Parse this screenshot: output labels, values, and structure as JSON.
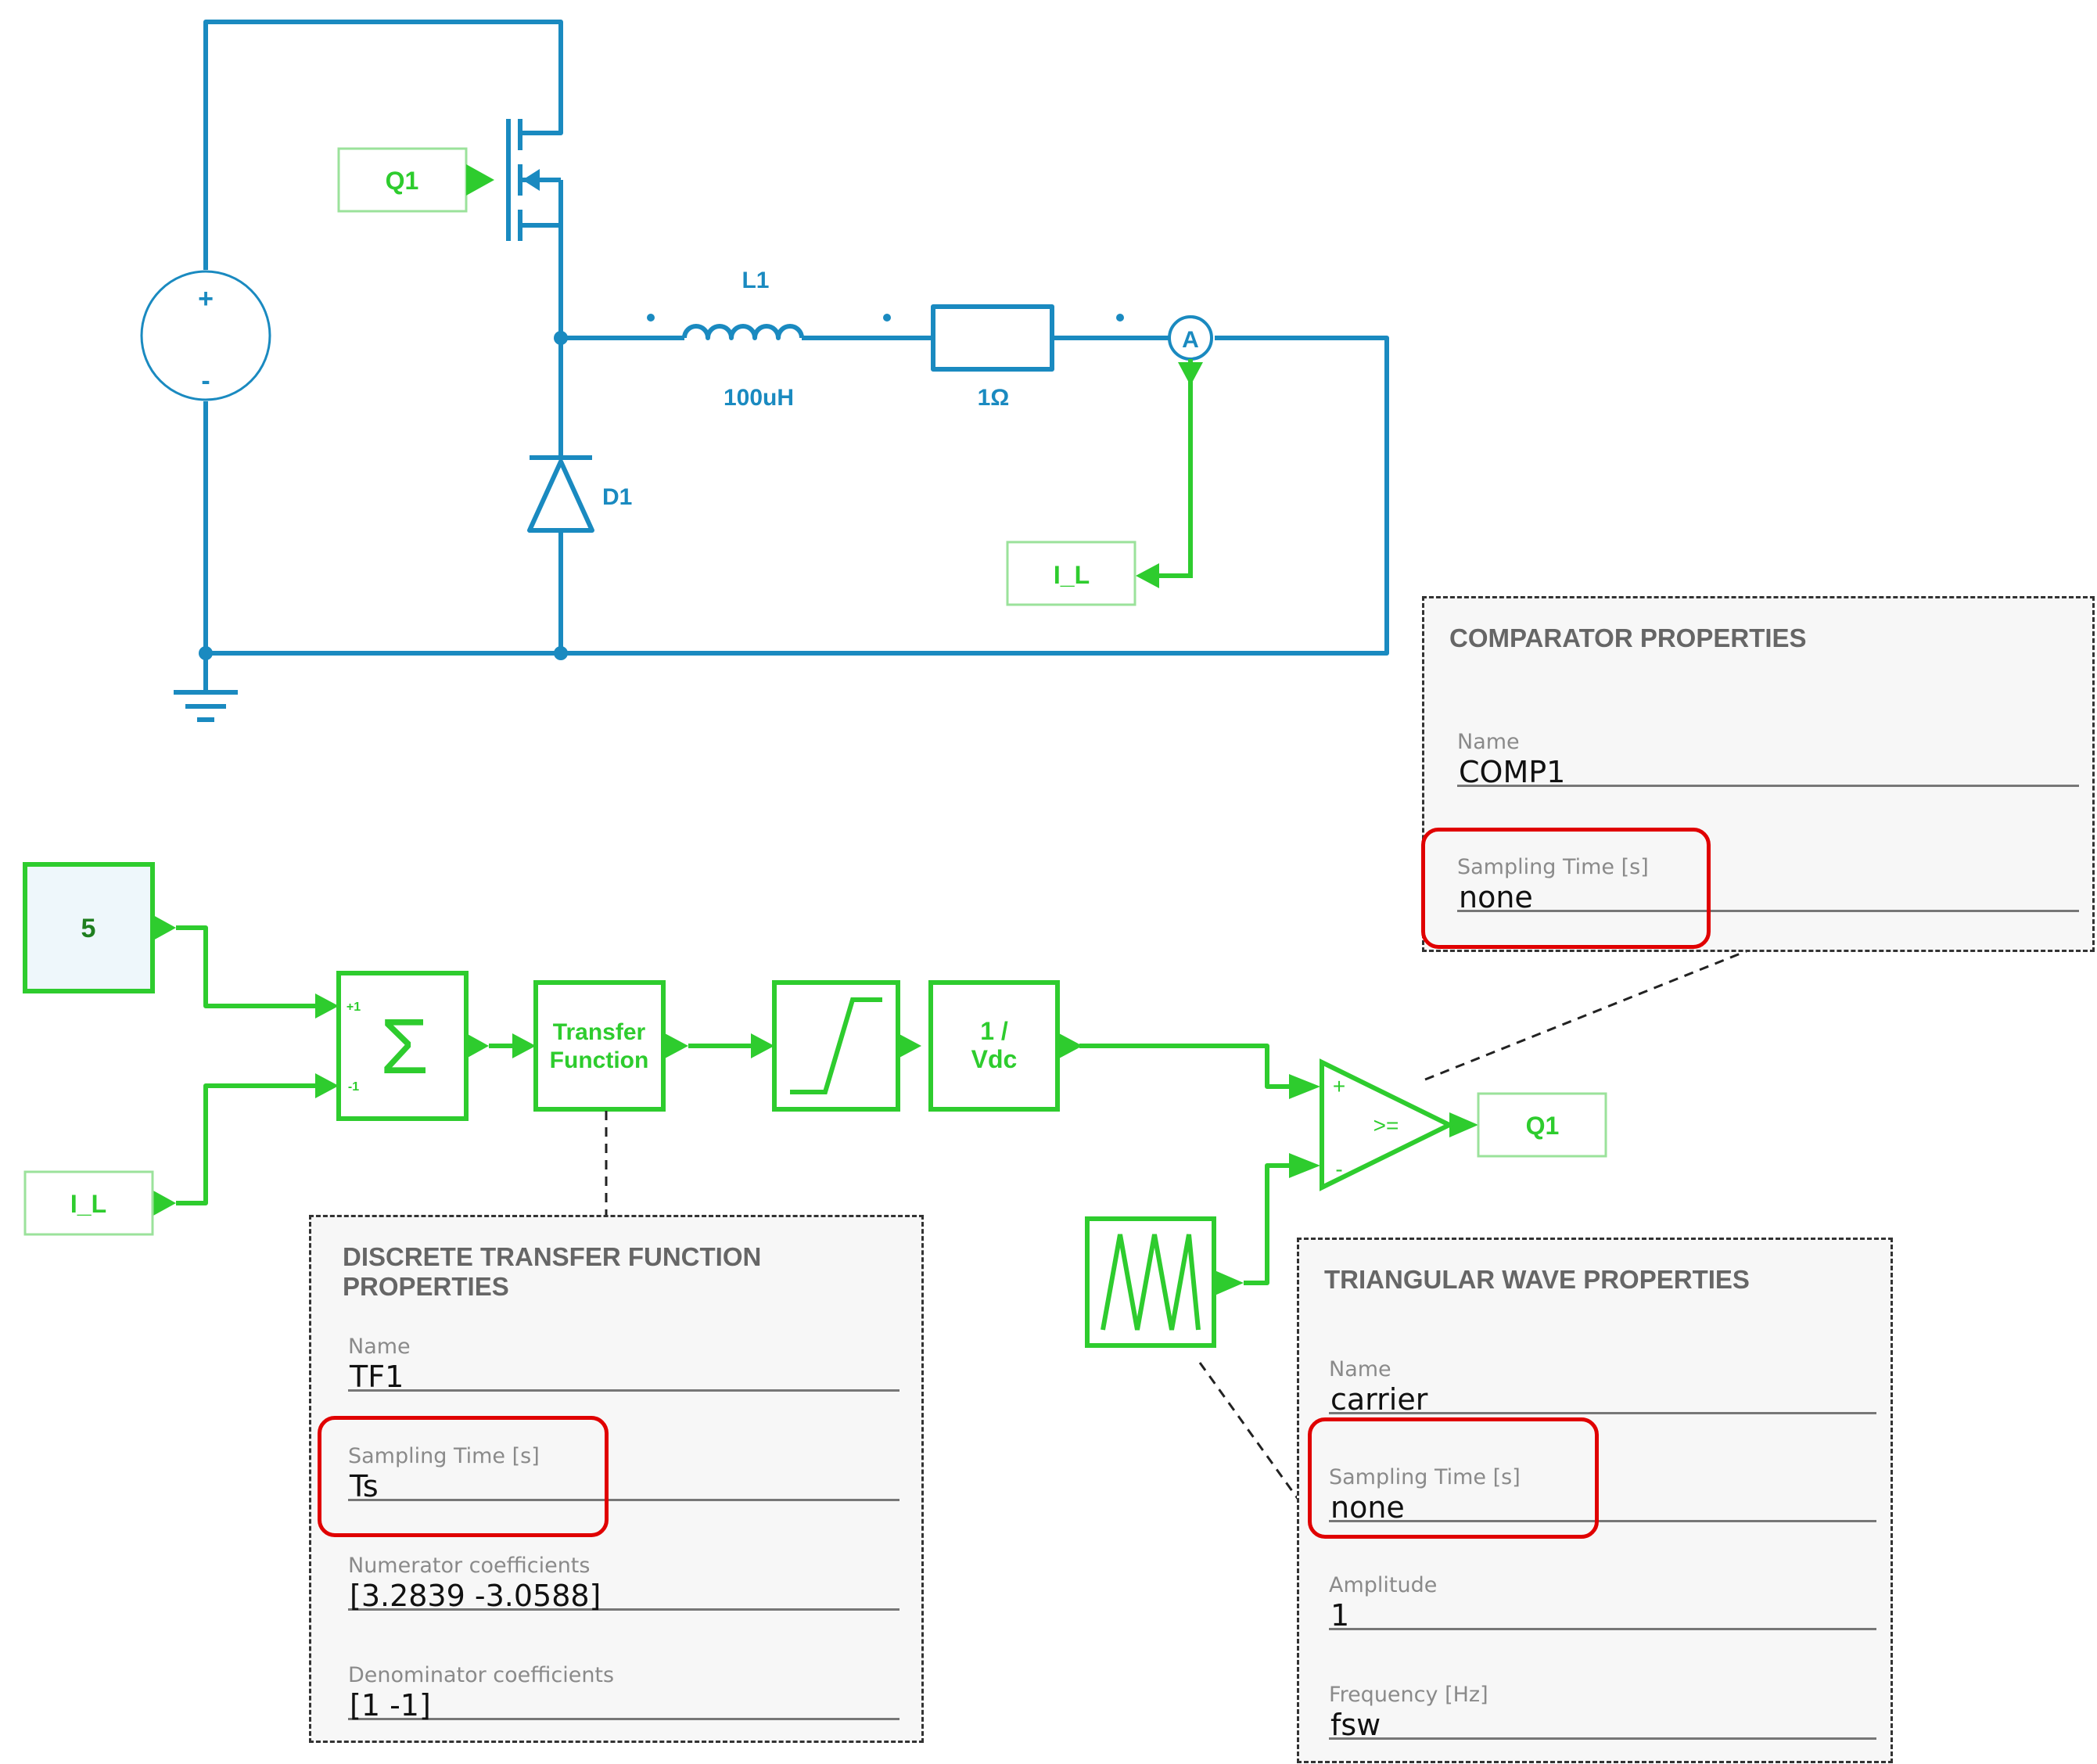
{
  "circuit": {
    "switch_signal": "Q1",
    "inductor": {
      "name": "L1",
      "value": "100uH"
    },
    "resistor_value": "1Ω",
    "ammeter": "A",
    "diode": "D1",
    "current_signal": "I_L",
    "source_plus": "+",
    "source_minus": "-"
  },
  "control": {
    "constant": "5",
    "feedback": "I_L",
    "sum_symbol": "Σ",
    "sum_plus": "+1",
    "sum_minus": "-1",
    "tf_line1": "Transfer",
    "tf_line2": "Function",
    "gain_line1": "1 /",
    "gain_line2": "Vdc",
    "comparator_symbol": ">=",
    "comp_plus": "+",
    "comp_minus": "-",
    "output": "Q1"
  },
  "panels": {
    "comparator": {
      "title": "COMPARATOR PROPERTIES",
      "fields": [
        {
          "label": "Name",
          "value": "COMP1"
        },
        {
          "label": "Sampling Time [s]",
          "value": "none"
        }
      ]
    },
    "transfer_function": {
      "title": "DISCRETE TRANSFER FUNCTION PROPERTIES",
      "fields": [
        {
          "label": "Name",
          "value": "TF1"
        },
        {
          "label": "Sampling Time [s]",
          "value": "Ts"
        },
        {
          "label": "Numerator coefficients",
          "value": "[3.2839 -3.0588]"
        },
        {
          "label": "Denominator coefficients",
          "value": "[1 -1]"
        }
      ]
    },
    "triangular_wave": {
      "title": "TRIANGULAR WAVE PROPERTIES",
      "fields": [
        {
          "label": "Name",
          "value": "carrier"
        },
        {
          "label": "Sampling Time [s]",
          "value": "none"
        },
        {
          "label": "Amplitude",
          "value": "1"
        },
        {
          "label": "Frequency [Hz]",
          "value": "fsw"
        }
      ]
    }
  },
  "colors": {
    "circuit": "#1a8ac0",
    "control": "#2ecc2e",
    "highlight": "#e00000"
  }
}
